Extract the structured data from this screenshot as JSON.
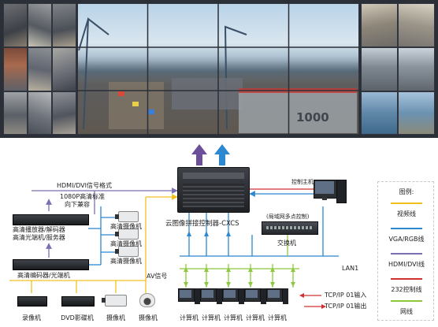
{
  "colors": {
    "video": "#f0c020",
    "vga_rgb": "#2c88d0",
    "hdmi_dvi": "#7a6fb0",
    "control_232": "#d03030",
    "network": "#8cc83c",
    "arrow_purple": "#6b4f9a",
    "arrow_blue": "#2c88d0"
  },
  "labels": {
    "hdmi_dvi_format": "HDMI/DVI信号格式",
    "hd_standard_line1": "1080P高清标准",
    "hd_standard_line2": "向下兼容",
    "hd_player_line1": "高清播放器/解码器",
    "hd_player_line2": "高清光端机/服务器",
    "hd_encoder": "高清编码器/光端机",
    "hd_camera": "高清摄像机",
    "av_signal": "AV信号",
    "controller": "云图像拼接控制器-CXCS",
    "control_host": "控制主机",
    "lan_control": "(局域网多点控制)",
    "switch": "交换机",
    "lan1": "LAN1",
    "tcpip_in": "TCP/IP 01输入",
    "tcpip_out": "TCP/IP 01输出",
    "recorder": "录像机",
    "dvd": "DVD影碟机",
    "camera": "摄像机",
    "dome_camera": "摄像机",
    "computer": "计算机"
  },
  "legend": {
    "title": "图例:",
    "items": [
      "视频线",
      "VGA/RGB线",
      "HDMI/DVI线",
      "232控制线",
      "网线"
    ]
  }
}
